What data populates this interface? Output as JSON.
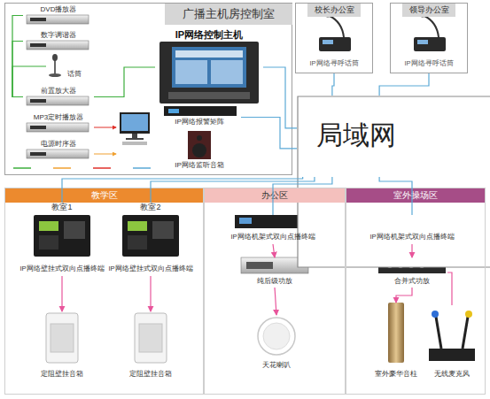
{
  "diagram": {
    "nodes": [
      {
        "text": [
          "广播主机房控制室"
        ]
      },
      {
        "text": [
          "DVD播放器"
        ],
        "in": 0
      },
      {
        "text": [
          "数字调谐器"
        ],
        "in": 0
      },
      {
        "text": [
          "话筒"
        ],
        "in": 0
      },
      {
        "text": [
          "前置放大器"
        ],
        "in": 0
      },
      {
        "text": [
          "MP3定时播放器"
        ],
        "in": 0
      },
      {
        "text": [
          "电源时序器"
        ],
        "in": 0
      },
      {
        "text": [
          "IP网络控制主机"
        ],
        "in": 0
      },
      {
        "text": [
          "IP网络报警矩阵"
        ],
        "in": 0
      },
      {
        "text": [
          "IP网络监听音箱"
        ],
        "in": 0
      },
      {
        "text": [
          "校长办公室",
          "IP网络寻呼话筒"
        ]
      },
      {
        "text": [
          "领导办公室",
          "IP网络寻呼话筒"
        ]
      },
      {
        "text": [
          "局域网"
        ]
      },
      {
        "text": [
          "教学区"
        ]
      },
      {
        "text": [
          "教室1",
          "IP网络壁挂式双向点播终端"
        ],
        "in": 13
      },
      {
        "text": [
          "教室2",
          "IP网络壁挂式双向点播终端"
        ],
        "in": 13
      },
      {
        "text": [
          "定阻壁挂音箱"
        ],
        "in": 13
      },
      {
        "text": [
          "定阻壁挂音箱"
        ],
        "in": 13
      },
      {
        "text": [
          "办公区"
        ]
      },
      {
        "text": [
          "IP网络机架式双向点播终端"
        ],
        "in": 18
      },
      {
        "text": [
          "纯后级功放"
        ],
        "in": 18
      },
      {
        "text": [
          "天花喇叭"
        ],
        "in": 18
      },
      {
        "text": [
          "室外操场区"
        ]
      },
      {
        "text": [
          "IP网络机架式双向点播终端"
        ],
        "in": 22
      },
      {
        "text": [
          "合并式功放"
        ],
        "in": 22
      },
      {
        "text": [
          "室外豪华音柱"
        ],
        "in": 22
      },
      {
        "text": [
          "无线麦克风"
        ],
        "in": 22
      }
    ],
    "edges": [
      {
        "from": 1,
        "to": 4,
        "arrow": "none"
      },
      {
        "from": 2,
        "to": 4,
        "arrow": "none"
      },
      {
        "from": 3,
        "to": 4,
        "arrow": "none"
      },
      {
        "from": 4,
        "to": 7,
        "arrow": "none"
      },
      {
        "from": 7,
        "to": 12,
        "arrow": "none"
      },
      {
        "from": 8,
        "to": 12,
        "arrow": "none"
      },
      {
        "from": 10,
        "to": 12,
        "arrow": "none"
      },
      {
        "from": 11,
        "to": 12,
        "arrow": "none"
      },
      {
        "from": 12,
        "to": 14,
        "arrow": "none"
      },
      {
        "from": 12,
        "to": 15,
        "arrow": "none"
      },
      {
        "from": 12,
        "to": 19,
        "arrow": "none"
      },
      {
        "from": 12,
        "to": 23,
        "arrow": "none"
      },
      {
        "from": 14,
        "to": 16,
        "arrow": "to"
      },
      {
        "from": 15,
        "to": 17,
        "arrow": "to"
      },
      {
        "from": 19,
        "to": 20,
        "arrow": "to"
      },
      {
        "from": 20,
        "to": 21,
        "arrow": "to"
      },
      {
        "from": 23,
        "to": 24,
        "arrow": "to"
      },
      {
        "from": 24,
        "to": 25,
        "arrow": "to"
      },
      {
        "from": 26,
        "to": 24,
        "arrow": "none"
      }
    ]
  }
}
